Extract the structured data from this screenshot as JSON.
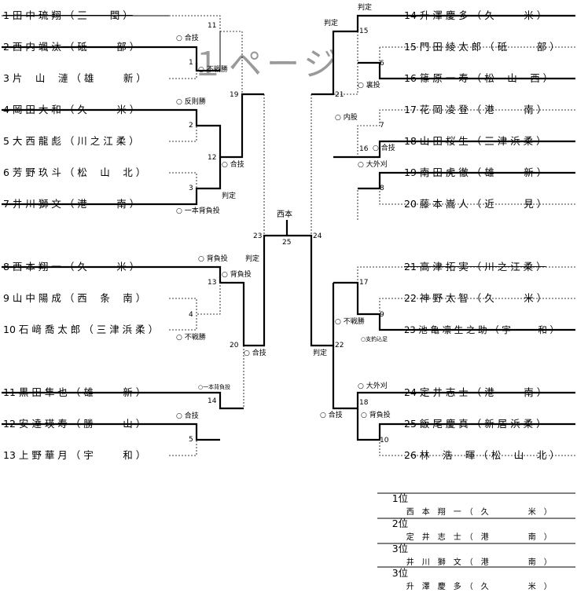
{
  "watermark": "１ページ",
  "left_players": [
    {
      "text": "1 田 中 琉 翔 （ 三　　 閠 ）",
      "struck": true
    },
    {
      "text": "2 西 内 颯 汰 （ 砥　　　部 ）",
      "struck": false
    },
    {
      "text": "3 片　 山　 漣 （ 雄　　　新 ）",
      "struck": false
    },
    {
      "text": "4 岡 田 大 和 （ 久　　　米 ）",
      "struck": false
    },
    {
      "text": "5 大 西 龍 彪 （ 川 之 江 柔 ）",
      "struck": false
    },
    {
      "text": "6 芳 野 玖 斗 （ 松　 山　 北 ）",
      "struck": false
    },
    {
      "text": "7 井 川 獅 文 （ 港　　　南 ）",
      "struck": false
    },
    {
      "text": "8 西 本 翔 一 （ 久　　　米 ）",
      "struck": false
    },
    {
      "text": "9 山 中 陽 成 （ 西　 条　 南 ）",
      "struck": false
    },
    {
      "text": "10 石 﨑 喬 太 郎 （ 三 津 浜 柔 ）",
      "struck": false
    },
    {
      "text": "11 黒 田 隼 也 （ 雄　　　新 ）",
      "struck": false
    },
    {
      "text": "12 安 達 瑛 寿 （ 勝　　　山 ）",
      "struck": false
    },
    {
      "text": "13 上 野 華 月 （ 宇　　　和 ）",
      "struck": false
    }
  ],
  "right_players": [
    {
      "text": "14 升 澤 慶 多 （ 久　　　米 ）",
      "struck": false
    },
    {
      "text": "15 門 田 綾 太 郎 （ 砥　　　部 ）",
      "struck": false
    },
    {
      "text": "16 篠 原 一 寿 （ 松　 山　 西 ）",
      "struck": false
    },
    {
      "text": "17 花 岡 凌 登 （ 港　　　南 ）",
      "struck": false
    },
    {
      "text": "18 山 田 桜 生 （ 三 津 浜 柔 ）",
      "struck": false
    },
    {
      "text": "19 南 田 虎 徹 （ 雄　　　新 ）",
      "struck": false
    },
    {
      "text": "20 藤 本 嵩 人 （ 近　　　見 ）",
      "struck": false
    },
    {
      "text": "21 高 津 拓 実 （ 川 之 江 柔 ）",
      "struck": true
    },
    {
      "text": "22 神 野 太 智 （ 久　　　米 ）",
      "struck": false
    },
    {
      "text": "23 池 亀 凛 生 之 助 （ 宇　　　和 ）",
      "struck": false
    },
    {
      "text": "24 定 井 志 士 （ 港　　　南 ）",
      "struck": false
    },
    {
      "text": "25 飯 尾 慶 真 （ 新 居 浜 柔 ）",
      "struck": false
    },
    {
      "text": "26 林　 浩　 暉 （ 松　 山　 北 ）",
      "struck": false
    }
  ],
  "match_numbers": [
    "11",
    "1",
    "2",
    "19",
    "12",
    "3",
    "23",
    "25",
    "24",
    "13",
    "4",
    "20",
    "14",
    "5",
    "15",
    "6",
    "21",
    "7",
    "16",
    "8",
    "17",
    "9",
    "22",
    "18",
    "10"
  ],
  "techniques": {
    "t1": "○ 合技",
    "t2": "○ 不戦勝",
    "t3": "○ 反則勝",
    "t4": "○ 合技",
    "t5": "判定",
    "t6": "○ 一本背負投",
    "t7": "○ 背負投",
    "t8": "判定",
    "t9": "○ 背負投",
    "t10": "○ 不戦勝",
    "t11": "○ 合技",
    "t12": "○一本背負投",
    "t13": "○ 合技",
    "t14": "判定",
    "t15": "判定",
    "t16": "○ 裏投",
    "t17": "○ 内股",
    "t18": "○ 合技",
    "t19": "○ 大外刈",
    "t20": "○ 不戦勝",
    "t21": "○支釣込足",
    "t22": "判定",
    "t23": "○ 大外刈",
    "t24": "○ 合技",
    "t25": "○ 背負投"
  },
  "champion_label": "西本",
  "rankings": [
    {
      "place": "1位",
      "name": "西　本　翔　一　（　久　　　　　米　）"
    },
    {
      "place": "2位",
      "name": "定　井　志　士　（　港　　　　　南　）"
    },
    {
      "place": "3位",
      "name": "井　川　獅　文　（　港　　　　　南　）"
    },
    {
      "place": "3位",
      "name": "升　澤　慶　多　（　久　　　　　米　）"
    }
  ]
}
